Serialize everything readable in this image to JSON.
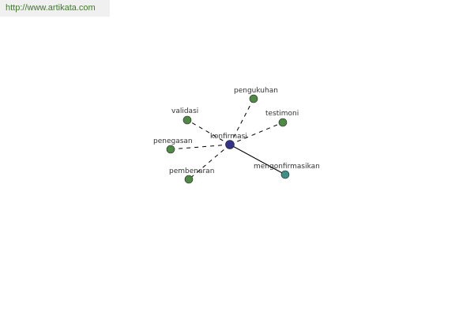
{
  "header": {
    "url": "http://www.artikata.com"
  },
  "colors": {
    "center": "#33338a",
    "synonym": "#4e8a44",
    "derived": "#3f8f86",
    "edge": "#000000"
  },
  "graph": {
    "center": {
      "id": "konfirmasi",
      "label": "konfirmasi"
    },
    "nodes": [
      {
        "id": "pengukuhan",
        "label": "pengukuhan",
        "kind": "synonym"
      },
      {
        "id": "validasi",
        "label": "validasi",
        "kind": "synonym"
      },
      {
        "id": "testimoni",
        "label": "testimoni",
        "kind": "synonym"
      },
      {
        "id": "penegasan",
        "label": "penegasan",
        "kind": "synonym"
      },
      {
        "id": "pembenaran",
        "label": "pembenaran",
        "kind": "synonym"
      },
      {
        "id": "mengonfirmasikan",
        "label": "mengonfirmasikan",
        "kind": "derived"
      }
    ],
    "edges": [
      {
        "from": "konfirmasi",
        "to": "pengukuhan",
        "style": "dashed"
      },
      {
        "from": "konfirmasi",
        "to": "validasi",
        "style": "dashed"
      },
      {
        "from": "konfirmasi",
        "to": "testimoni",
        "style": "dashed"
      },
      {
        "from": "konfirmasi",
        "to": "penegasan",
        "style": "dashed"
      },
      {
        "from": "konfirmasi",
        "to": "pembenaran",
        "style": "dashed"
      },
      {
        "from": "konfirmasi",
        "to": "mengonfirmasikan",
        "style": "solid"
      }
    ]
  }
}
